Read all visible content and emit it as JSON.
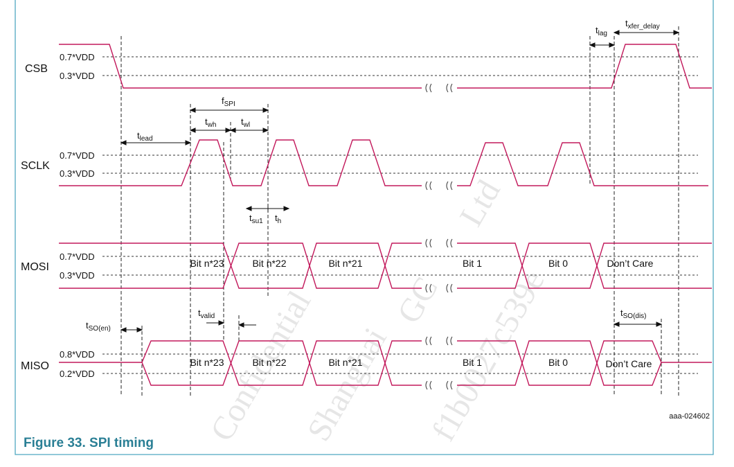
{
  "signals": {
    "csb": "CSB",
    "sclk": "SCLK",
    "mosi": "MOSI",
    "miso": "MISO"
  },
  "levels": {
    "high_07": "0.7*VDD",
    "low_03": "0.3*VDD",
    "high_08": "0.8*VDD",
    "low_02": "0.2*VDD"
  },
  "timing": {
    "t_lead": {
      "main": "t",
      "sub": "lead"
    },
    "f_spi": {
      "main": "f",
      "sub": "SPI"
    },
    "t_wh": {
      "main": "t",
      "sub": "wh"
    },
    "t_wl": {
      "main": "t",
      "sub": "wl"
    },
    "t_su1": {
      "main": "t",
      "sub": "su1"
    },
    "t_h": {
      "main": "t",
      "sub": "h"
    },
    "t_lag": {
      "main": "t",
      "sub": "lag"
    },
    "t_xfer_delay": {
      "main": "t",
      "sub": "xfer_delay"
    },
    "t_so_en": {
      "main": "t",
      "sub": "SO(en)"
    },
    "t_valid": {
      "main": "t",
      "sub": "valid"
    },
    "t_so_dis": {
      "main": "t",
      "sub": "SO(dis)"
    }
  },
  "mosi_bits": [
    "Bit n*23",
    "Bit n*22",
    "Bit n*21",
    "Bit 1",
    "Bit 0",
    "Don’t Care"
  ],
  "miso_bits": [
    "Bit n*23",
    "Bit n*22",
    "Bit n*21",
    "Bit 1",
    "Bit 0",
    "Don’t Care"
  ],
  "figure_code": "aaa-024602",
  "caption": "Figure 33.  SPI timing",
  "watermark": [
    "Confidential",
    "Shanghai",
    "GC",
    "Ltd",
    "f1b0027c539e"
  ],
  "colors": {
    "waveform": "#c2185b",
    "caption": "#2a7f95",
    "border": "#4fa8c0",
    "guide": "#222222"
  }
}
